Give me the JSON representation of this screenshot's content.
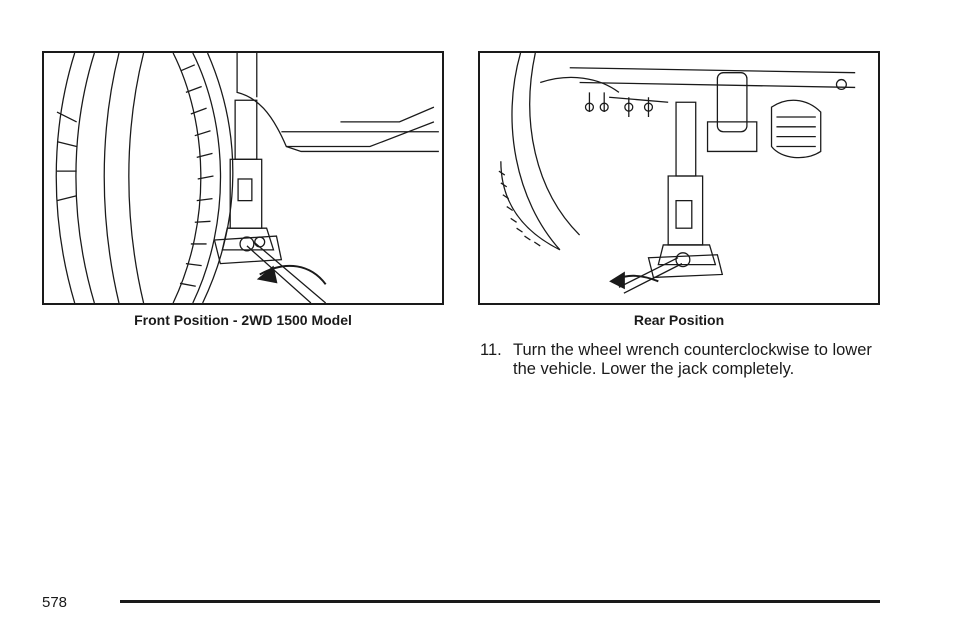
{
  "figures": {
    "front": {
      "caption": "Front Position - 2WD 1500 Model"
    },
    "rear": {
      "caption": "Rear Position"
    }
  },
  "instruction": {
    "number": "11.",
    "text": "Turn the wheel wrench counterclockwise to lower the vehicle. Lower the jack completely."
  },
  "footer": {
    "page_number": "578"
  }
}
